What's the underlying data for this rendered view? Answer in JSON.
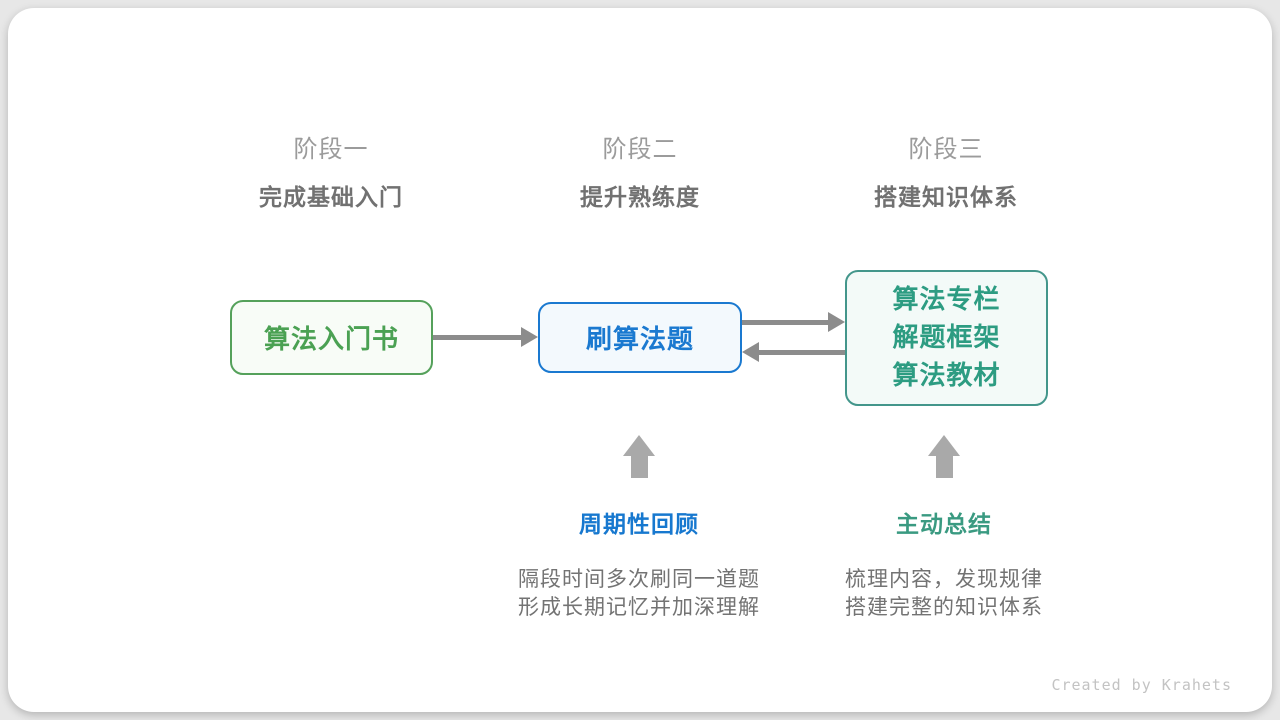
{
  "stages": [
    {
      "title": "阶段一",
      "subtitle": "完成基础入门"
    },
    {
      "title": "阶段二",
      "subtitle": "提升熟练度"
    },
    {
      "title": "阶段三",
      "subtitle": "搭建知识体系"
    }
  ],
  "nodes": [
    {
      "label": "算法入门书",
      "color": "#4ba153",
      "border": "#55a15b",
      "bg": "#f8fcf7"
    },
    {
      "label": "刷算法题",
      "color": "#1a79d0",
      "border": "#1a79d0",
      "bg": "#f3f9fd"
    },
    {
      "lines": [
        "算法专栏",
        "解题框架",
        "算法教材"
      ],
      "color": "#2d9c82",
      "border": "#43968b",
      "bg": "#f3faf8"
    }
  ],
  "arrows": {
    "node1_to_node2": "right",
    "node2_to_node3": "right",
    "node3_to_node2": "left",
    "review_up": "up",
    "summary_up": "up"
  },
  "annotations": [
    {
      "title": "周期性回顾",
      "color": "#1778cf",
      "lines": [
        "隔段时间多次刷同一道题",
        "形成长期记忆并加深理解"
      ]
    },
    {
      "title": "主动总结",
      "color": "#3a9a81",
      "lines": [
        "梳理内容，发现规律",
        "搭建完整的知识体系"
      ]
    }
  ],
  "footer": "Created by Krahets",
  "colors": {
    "arrow": "#8c8c8c",
    "up_arrow": "#a9a9a9",
    "stage_title": "#9b9b9b",
    "stage_subtitle": "#717171",
    "caption": "#737373",
    "card_bg": "#ffffff",
    "page_bg": "#e7e7e7"
  }
}
